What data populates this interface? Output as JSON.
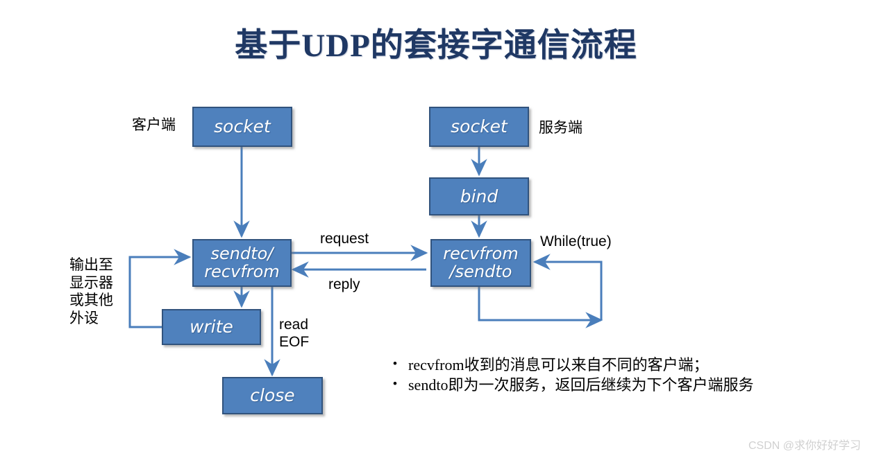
{
  "slide": {
    "title": "基于UDP的套接字通信流程",
    "title_color": "#1f3864",
    "background": "#ffffff",
    "watermark": "CSDN @求你好好学习"
  },
  "theme": {
    "box_fill": "#4f81bd",
    "box_border": "#31537d",
    "box_text": "#ffffff",
    "arrow_color": "#4a7ebb",
    "label_text": "#000000",
    "watermark_color": "#d0d0d0"
  },
  "diagram": {
    "client": {
      "side_label": "客户端",
      "boxes": [
        {
          "id": "client-socket",
          "label": "socket"
        },
        {
          "id": "client-sendto-recvfrom",
          "label": "sendto/\nrecvfrom"
        },
        {
          "id": "client-write",
          "label": "write"
        },
        {
          "id": "client-close",
          "label": "close"
        }
      ],
      "peripheral_label": "输出至\n显示器\n或其他\n外设",
      "edge_labels": [
        {
          "id": "read-eof",
          "label": "read\nEOF"
        }
      ]
    },
    "server": {
      "side_label": "服务端",
      "boxes": [
        {
          "id": "server-socket",
          "label": "socket"
        },
        {
          "id": "server-bind",
          "label": "bind"
        },
        {
          "id": "server-recvfrom-sendto",
          "label": "recvfrom\n/sendto"
        }
      ],
      "edge_labels": [
        {
          "id": "while-true",
          "label": "While(true)"
        }
      ]
    },
    "links": [
      {
        "id": "request",
        "label": "request",
        "from": "client-sendto-recvfrom",
        "to": "server-recvfrom-sendto"
      },
      {
        "id": "reply",
        "label": "reply",
        "from": "server-recvfrom-sendto",
        "to": "client-sendto-recvfrom"
      }
    ]
  },
  "notes": {
    "bullet_char": "•",
    "items": [
      "recvfrom收到的消息可以来自不同的客户端；",
      "sendto即为一次服务，返回后继续为下个客户端服务"
    ]
  }
}
